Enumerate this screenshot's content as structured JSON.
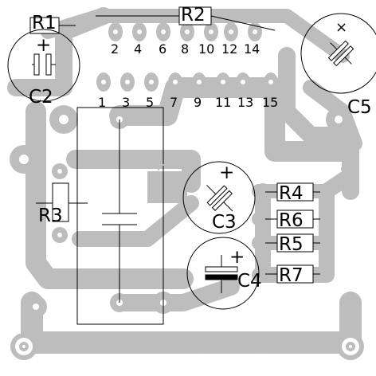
{
  "title": "TDA7294",
  "components": {
    "resistors": [
      "R1",
      "R2",
      "R3",
      "R4",
      "R5",
      "R6",
      "R7"
    ],
    "capacitors": [
      "C2",
      "C3",
      "C4",
      "C5"
    ]
  },
  "pins": {
    "even": [
      "2",
      "4",
      "6",
      "8",
      "10",
      "12",
      "14"
    ],
    "odd": [
      "1",
      "3",
      "5",
      "7",
      "9",
      "11",
      "13",
      "15"
    ]
  },
  "symbols": {
    "plus": "+",
    "cross": "×"
  },
  "colors": {
    "copper": "#bdbdbd",
    "board": "#ffffff",
    "silk": "#000000"
  }
}
